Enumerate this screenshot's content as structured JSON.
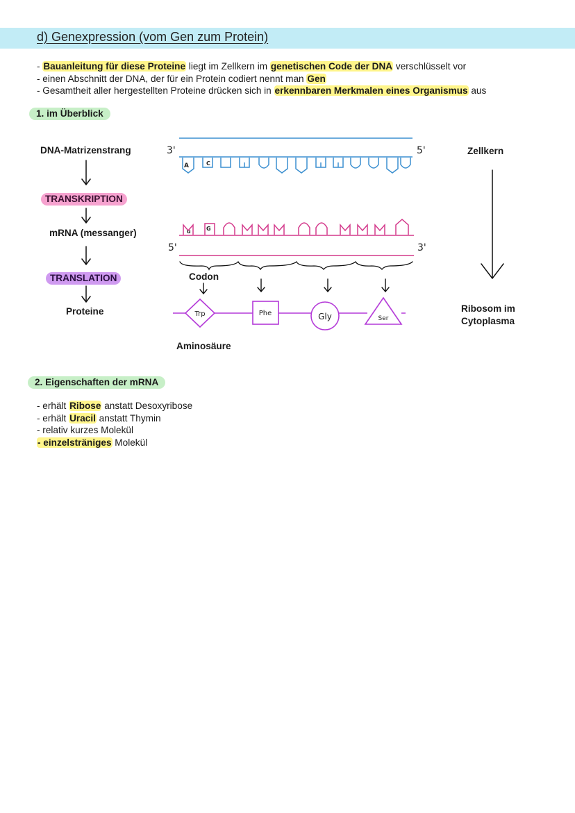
{
  "title": "d) Genexpression (vom Gen zum Protein)",
  "intro": {
    "line1": {
      "pre": "- ",
      "hl1": "Bauanleitung für diese Proteine",
      "mid": " liegt im Zellkern im ",
      "hl2": "genetischen Code der DNA",
      "post": " verschlüsselt vor"
    },
    "line2": {
      "pre": "- einen Abschnitt der DNA, der für ein Protein codiert nennt man ",
      "hl": "Gen"
    },
    "line3": {
      "pre": "- Gesamtheit aller hergestellten Proteine drücken sich in ",
      "hl": "erkennbaren Merkmalen eines Organismus",
      "post": " aus"
    }
  },
  "section1": {
    "heading": "1. im Überblick",
    "flow": {
      "dna": "DNA-Matrizenstrang",
      "transcription": "TRANSKRIPTION",
      "mrna": "mRNA (messanger)",
      "translation": "TRANSLATION",
      "proteine": "Proteine"
    },
    "zellkern": "Zellkern",
    "ribosom_line1": "Ribosom im",
    "ribosom_line2": "Cytoplasma",
    "dna_strand": {
      "left_end": "3'",
      "right_end": "5'",
      "base_a": "A",
      "base_c": "C"
    },
    "mrna_strand": {
      "left_end": "5'",
      "right_end": "3'",
      "base_u": "u",
      "base_g": "G"
    },
    "codon_label": "Codon",
    "amino_acids": [
      "Trp",
      "Phe",
      "Gly",
      "Ser"
    ],
    "aminosaeure_label": "Aminosäure",
    "colors": {
      "dna": "#3b8fd0",
      "mrna": "#d43a8c",
      "protein": "#b43ad8"
    }
  },
  "section2": {
    "heading": "2. Eigenschaften der mRNA",
    "items": [
      {
        "pre": "- erhält ",
        "hl": "Ribose",
        "post": " anstatt Desoxyribose"
      },
      {
        "pre": "- erhält ",
        "hl": "Uracil",
        "post": " anstatt Thymin"
      },
      {
        "pre": "- relativ kurzes Molekül",
        "hl": "",
        "post": ""
      },
      {
        "pre": "",
        "hl": "- einzelsträniges",
        "post": " Molekül"
      }
    ]
  }
}
